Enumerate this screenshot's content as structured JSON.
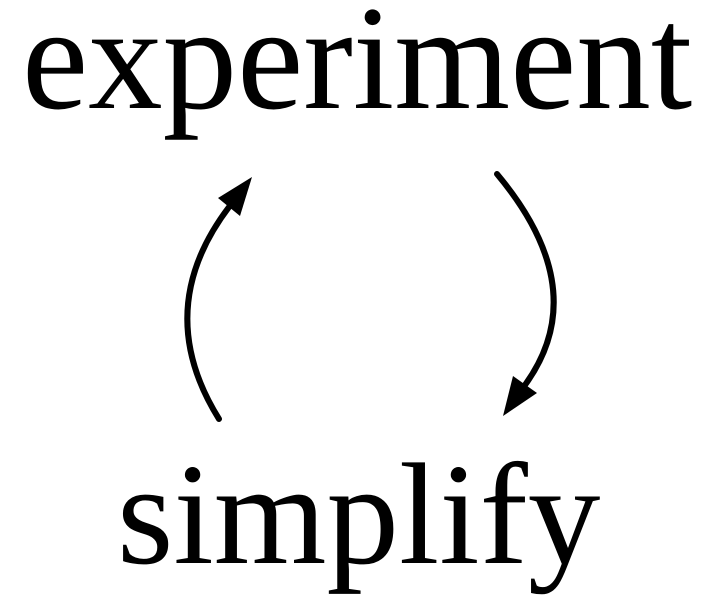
{
  "diagram": {
    "background_color": "#ffffff",
    "ink_color": "#000000",
    "top_label": "experiment",
    "bottom_label": "simplify",
    "arrows": [
      {
        "name": "counterclockwise-up-arrow",
        "from": "simplify",
        "to": "experiment",
        "side": "left",
        "direction": "up"
      },
      {
        "name": "counterclockwise-down-arrow",
        "from": "experiment",
        "to": "simplify",
        "side": "right",
        "direction": "down"
      }
    ]
  }
}
